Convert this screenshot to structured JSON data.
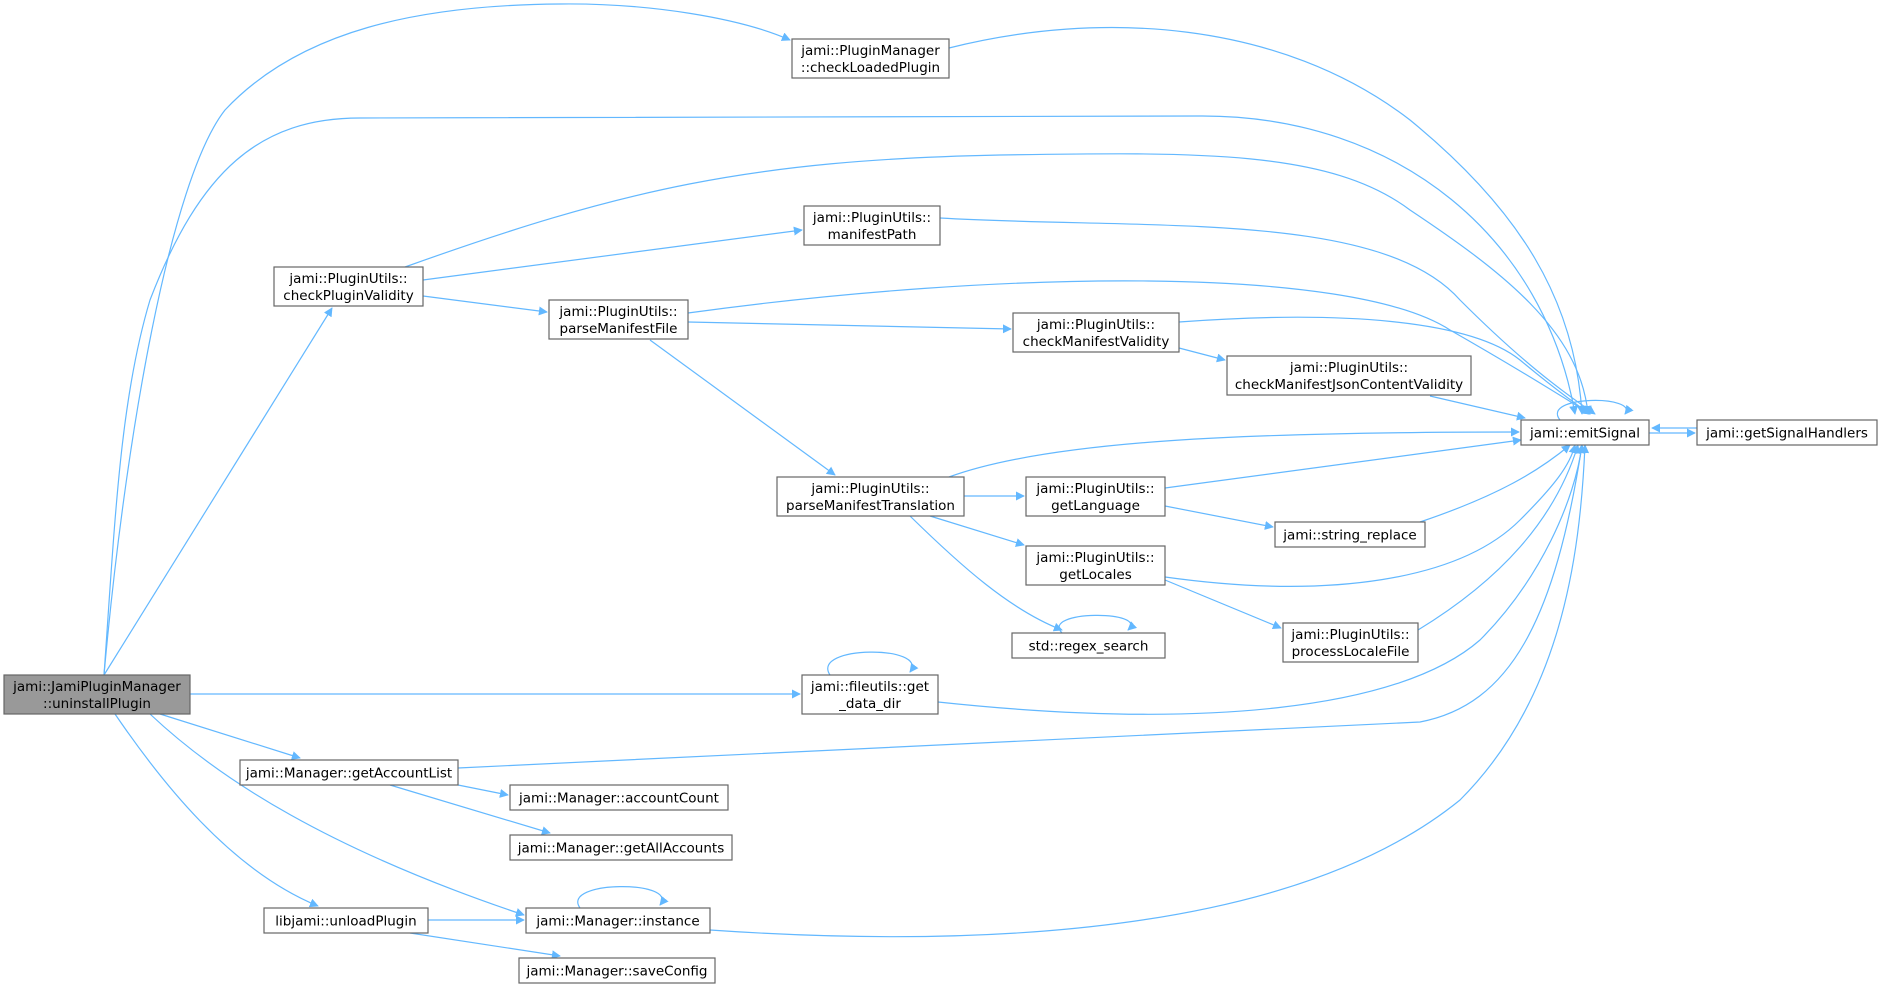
{
  "diagram": {
    "type": "call-graph",
    "edge_color": "#63b8ff",
    "root_fill": "#999999",
    "node_fill": "#ffffff",
    "nodes": [
      {
        "id": "uninstallPlugin",
        "lines": [
          "jami::JamiPluginManager",
          "::uninstallPlugin"
        ],
        "root": true
      },
      {
        "id": "checkLoadedPlugin",
        "lines": [
          "jami::PluginManager",
          "::checkLoadedPlugin"
        ]
      },
      {
        "id": "checkPluginValidity",
        "lines": [
          "jami::PluginUtils::",
          "checkPluginValidity"
        ]
      },
      {
        "id": "manifestPath",
        "lines": [
          "jami::PluginUtils::",
          "manifestPath"
        ]
      },
      {
        "id": "parseManifestFile",
        "lines": [
          "jami::PluginUtils::",
          "parseManifestFile"
        ]
      },
      {
        "id": "checkManifestValidity",
        "lines": [
          "jami::PluginUtils::",
          "checkManifestValidity"
        ]
      },
      {
        "id": "checkManifestJsonContentValidity",
        "lines": [
          "jami::PluginUtils::",
          "checkManifestJsonContentValidity"
        ]
      },
      {
        "id": "emitSignal",
        "lines": [
          "jami::emitSignal"
        ]
      },
      {
        "id": "getSignalHandlers",
        "lines": [
          "jami::getSignalHandlers"
        ]
      },
      {
        "id": "parseManifestTranslation",
        "lines": [
          "jami::PluginUtils::",
          "parseManifestTranslation"
        ]
      },
      {
        "id": "getLanguage",
        "lines": [
          "jami::PluginUtils::",
          "getLanguage"
        ]
      },
      {
        "id": "string_replace",
        "lines": [
          "jami::string_replace"
        ]
      },
      {
        "id": "getLocales",
        "lines": [
          "jami::PluginUtils::",
          "getLocales"
        ]
      },
      {
        "id": "processLocaleFile",
        "lines": [
          "jami::PluginUtils::",
          "processLocaleFile"
        ]
      },
      {
        "id": "regex_search",
        "lines": [
          "std::regex_search"
        ]
      },
      {
        "id": "get_data_dir",
        "lines": [
          "jami::fileutils::get",
          "_data_dir"
        ]
      },
      {
        "id": "getAccountList",
        "lines": [
          "jami::Manager::getAccountList"
        ]
      },
      {
        "id": "accountCount",
        "lines": [
          "jami::Manager::accountCount"
        ]
      },
      {
        "id": "getAllAccounts",
        "lines": [
          "jami::Manager::getAllAccounts"
        ]
      },
      {
        "id": "unloadPlugin",
        "lines": [
          "libjami::unloadPlugin"
        ]
      },
      {
        "id": "instance",
        "lines": [
          "jami::Manager::instance"
        ]
      },
      {
        "id": "saveConfig",
        "lines": [
          "jami::Manager::saveConfig"
        ]
      }
    ],
    "edges": [
      [
        "uninstallPlugin",
        "checkLoadedPlugin"
      ],
      [
        "uninstallPlugin",
        "emitSignal"
      ],
      [
        "uninstallPlugin",
        "checkPluginValidity"
      ],
      [
        "uninstallPlugin",
        "get_data_dir"
      ],
      [
        "uninstallPlugin",
        "getAccountList"
      ],
      [
        "uninstallPlugin",
        "instance"
      ],
      [
        "uninstallPlugin",
        "unloadPlugin"
      ],
      [
        "checkLoadedPlugin",
        "emitSignal"
      ],
      [
        "checkPluginValidity",
        "emitSignal"
      ],
      [
        "checkPluginValidity",
        "manifestPath"
      ],
      [
        "checkPluginValidity",
        "parseManifestFile"
      ],
      [
        "manifestPath",
        "emitSignal"
      ],
      [
        "parseManifestFile",
        "emitSignal"
      ],
      [
        "parseManifestFile",
        "checkManifestValidity"
      ],
      [
        "parseManifestFile",
        "parseManifestTranslation"
      ],
      [
        "checkManifestValidity",
        "emitSignal"
      ],
      [
        "checkManifestValidity",
        "checkManifestJsonContentValidity"
      ],
      [
        "checkManifestJsonContentValidity",
        "emitSignal"
      ],
      [
        "emitSignal",
        "emitSignal"
      ],
      [
        "emitSignal",
        "getSignalHandlers"
      ],
      [
        "getSignalHandlers",
        "emitSignal"
      ],
      [
        "parseManifestTranslation",
        "emitSignal"
      ],
      [
        "parseManifestTranslation",
        "getLanguage"
      ],
      [
        "parseManifestTranslation",
        "getLocales"
      ],
      [
        "parseManifestTranslation",
        "regex_search"
      ],
      [
        "getLanguage",
        "emitSignal"
      ],
      [
        "getLanguage",
        "string_replace"
      ],
      [
        "string_replace",
        "emitSignal"
      ],
      [
        "getLocales",
        "emitSignal"
      ],
      [
        "getLocales",
        "processLocaleFile"
      ],
      [
        "processLocaleFile",
        "emitSignal"
      ],
      [
        "regex_search",
        "regex_search"
      ],
      [
        "get_data_dir",
        "get_data_dir"
      ],
      [
        "get_data_dir",
        "emitSignal"
      ],
      [
        "getAccountList",
        "emitSignal"
      ],
      [
        "getAccountList",
        "accountCount"
      ],
      [
        "getAccountList",
        "getAllAccounts"
      ],
      [
        "unloadPlugin",
        "instance"
      ],
      [
        "unloadPlugin",
        "saveConfig"
      ],
      [
        "instance",
        "instance"
      ],
      [
        "instance",
        "emitSignal"
      ]
    ]
  }
}
